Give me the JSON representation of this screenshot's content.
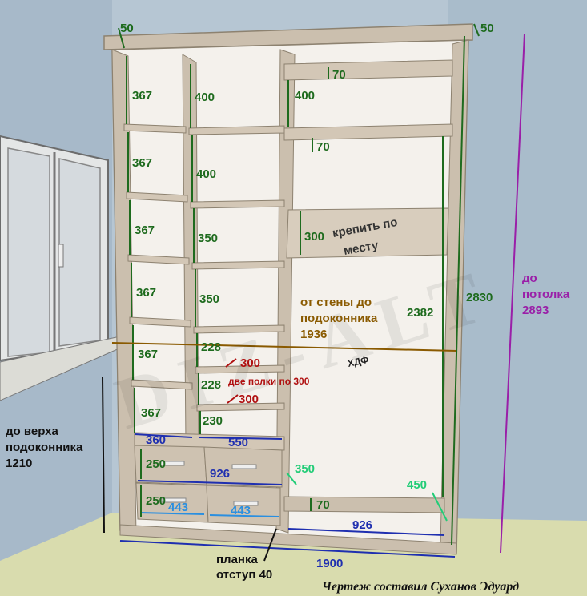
{
  "colors": {
    "wood": "#cbbfae",
    "wood_edge": "#a89a86",
    "wall": "#a9bccb",
    "floor": "#d9dcae",
    "dark_green": "#1e6b1e",
    "bright_green": "#22cc77",
    "blue": "#1f2fb0",
    "light_blue": "#2a8fe0",
    "purple": "#9a1fa8",
    "brown": "#8a5a00",
    "red": "#b01010",
    "black": "#111111"
  },
  "labels": {
    "top_thickness_left": "50",
    "top_thickness_right": "50",
    "left_col_shelves": [
      "367",
      "367",
      "367",
      "367",
      "367",
      "367"
    ],
    "mid_col_shelves": [
      "400",
      "400",
      "350",
      "350",
      "228",
      "228",
      "230"
    ],
    "right_top_height": "400",
    "right_gap_top": "70",
    "right_gap_second": "70",
    "right_bottom_gap": "70",
    "right_shelf_height": "300",
    "mount_note_line1": "крепить по",
    "mount_note_line2": "месту",
    "height_inner": "2382",
    "height_total": "2830",
    "ceiling_line1": "до",
    "ceiling_line2": "потолка",
    "ceiling_value": "2893",
    "sill_line1": "от стены до",
    "sill_line2": "подоконника",
    "sill_value": "1936",
    "material": "ХДФ",
    "depth_1": "300",
    "depth_2": "300",
    "two_shelves_note": "две полки по 300",
    "window_line1": "до верха",
    "window_line2": "подоконника",
    "window_value": "1210",
    "width_360": "360",
    "width_550": "550",
    "width_926_drawer": "926",
    "width_926_bottom": "926",
    "width_443_left": "443",
    "width_443_right": "443",
    "drawer_h1": "250",
    "drawer_h2": "250",
    "depth_350": "350",
    "depth_450": "450",
    "width_total": "1900",
    "plank_line1": "планка",
    "plank_line2": "отступ 40",
    "watermark": "DIZ-ALT",
    "author": "Чертеж составил Суханов Эдуард"
  }
}
